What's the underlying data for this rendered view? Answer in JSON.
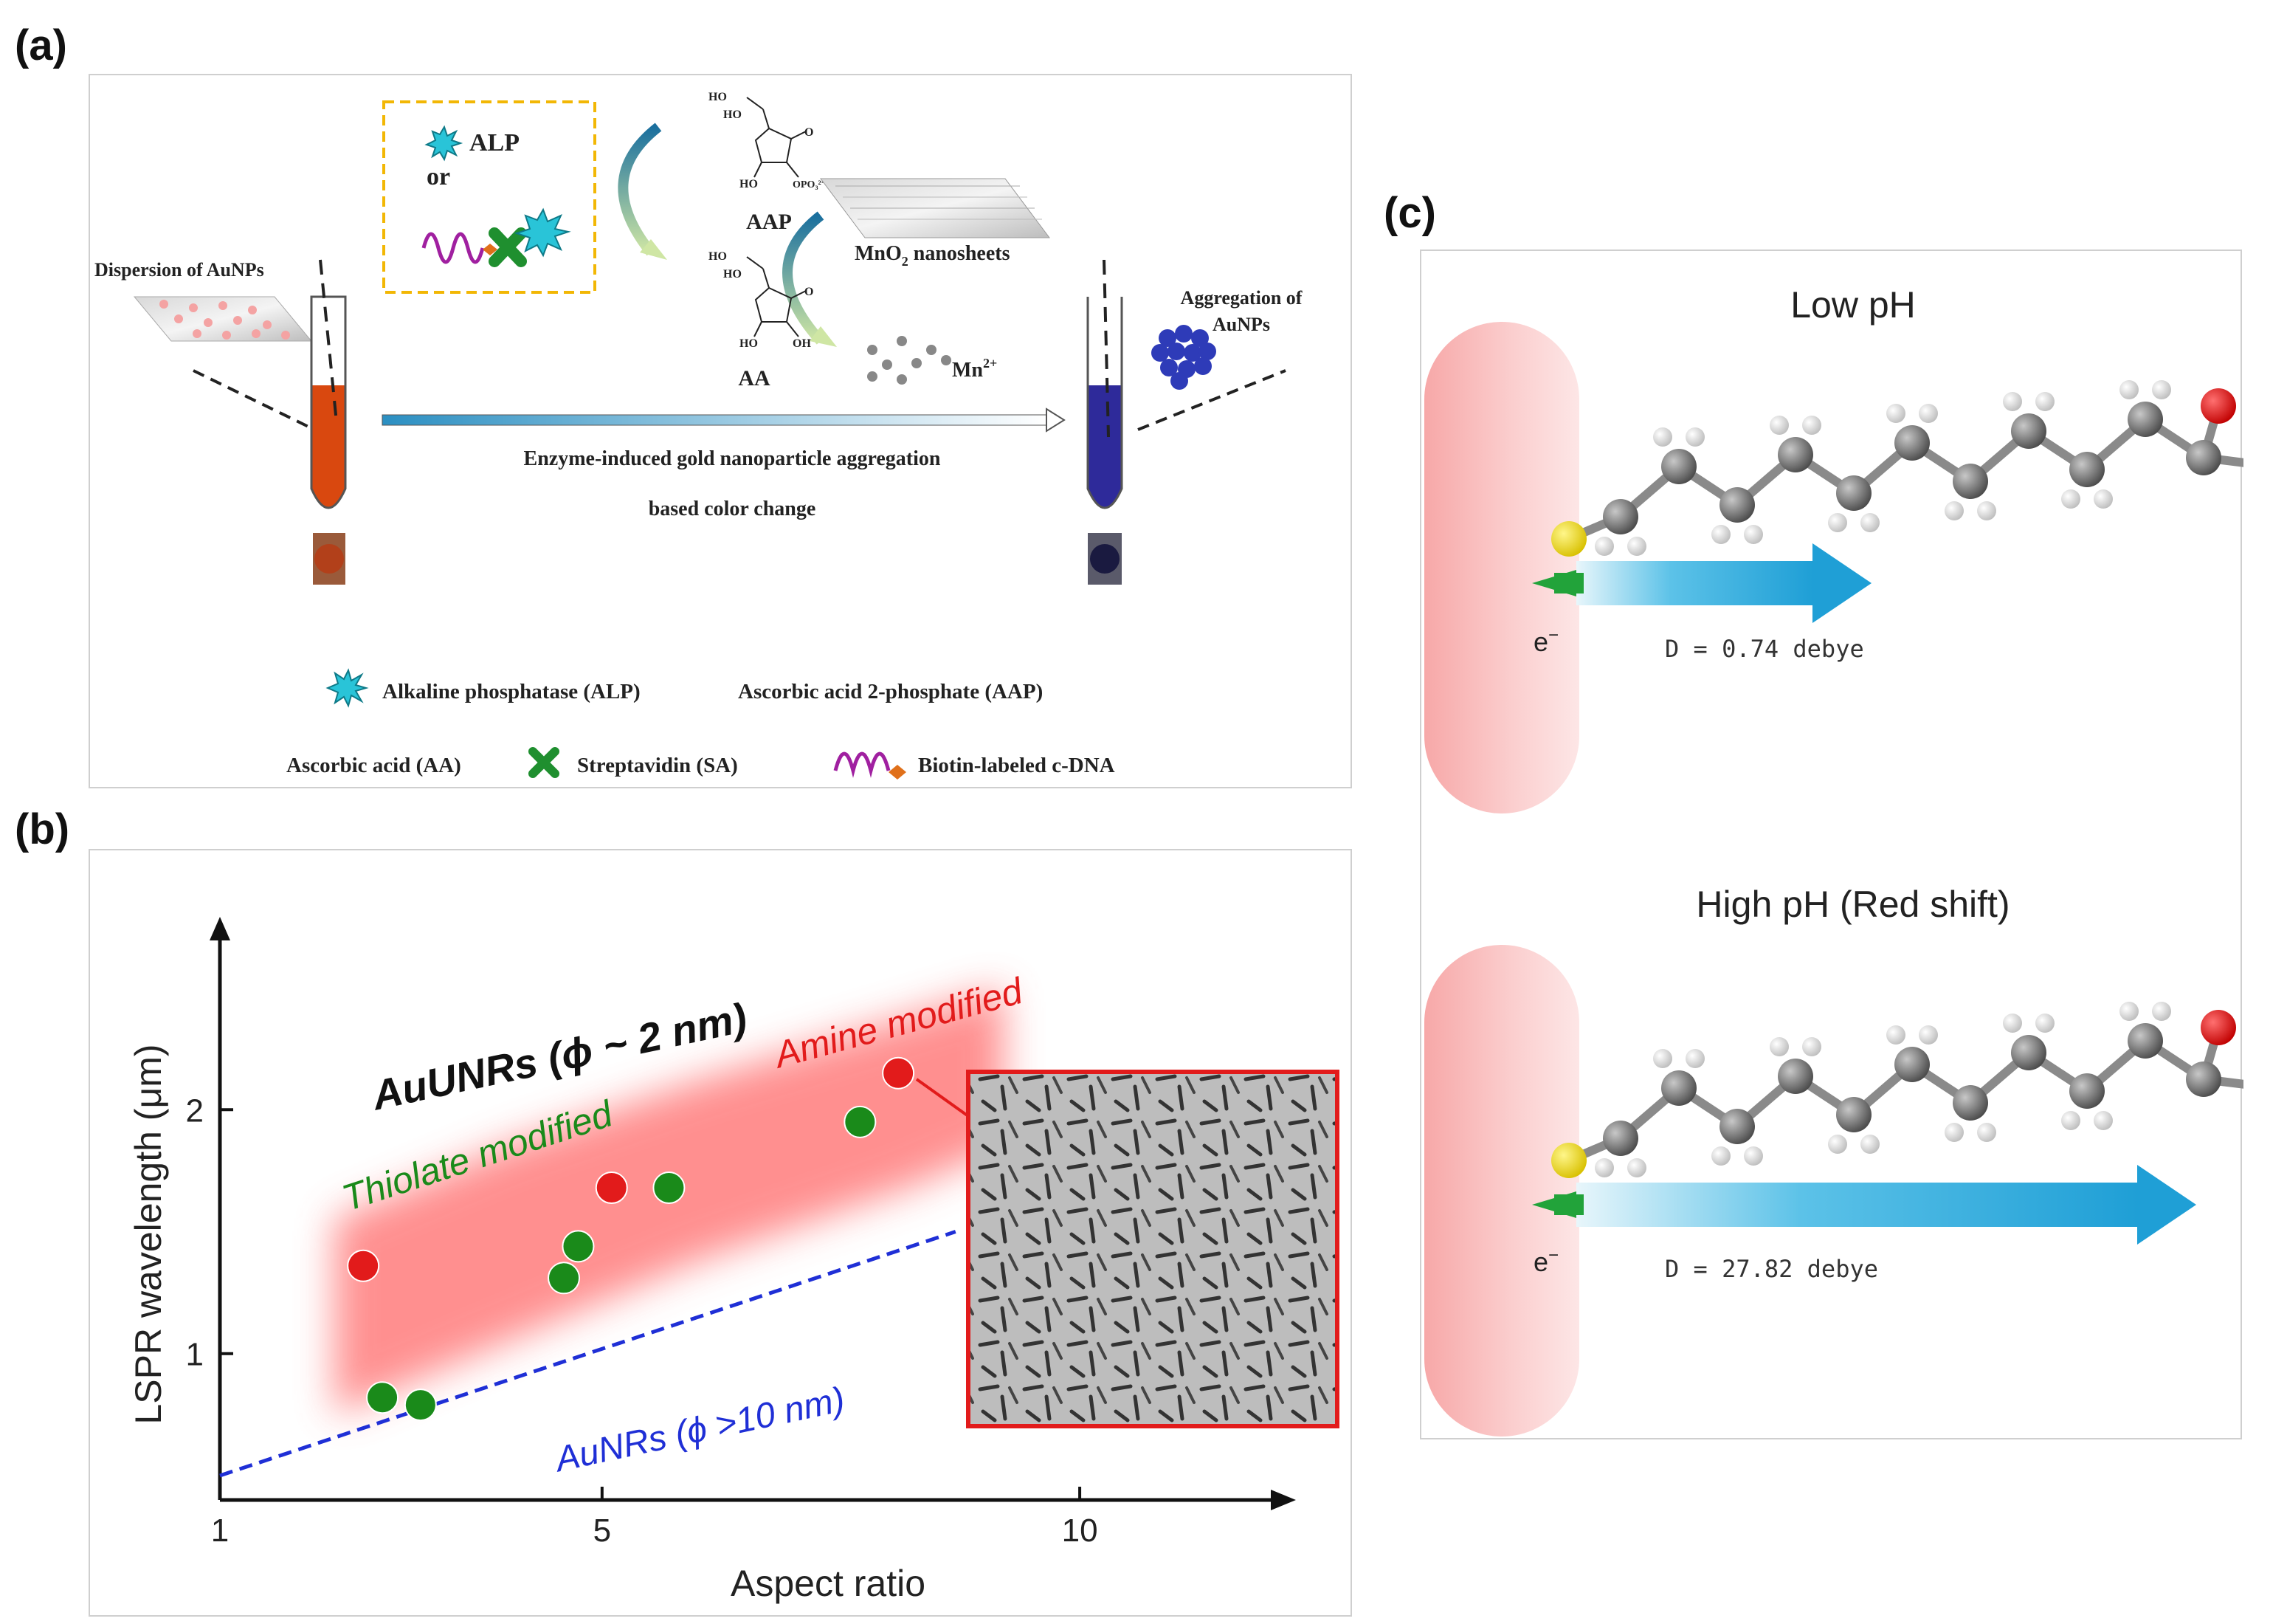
{
  "panel_labels": {
    "a": "(a)",
    "b": "(b)",
    "c": "(c)"
  },
  "panel_a": {
    "dispersion_label": "Dispersion of AuNPs",
    "box_alp": "ALP",
    "box_or": "or",
    "aap_label": "AAP",
    "aa_label": "AA",
    "mno2_label": "MnO",
    "mno2_sub": "2",
    "mno2_suffix": " nanosheets",
    "mn_label": "Mn",
    "mn_sup": "2+",
    "aggregation_line1": "Aggregation of",
    "aggregation_line2": "AuNPs",
    "arrow_line1": "Enzyme-induced gold nanoparticle aggregation",
    "arrow_line2": "based color change",
    "legend_alp": "Alkaline phosphatase (ALP)",
    "legend_aap": "Ascorbic acid 2-phosphate (AAP)",
    "legend_aa": "Ascorbic acid (AA)",
    "legend_sa": "Streptavidin  (SA)",
    "legend_biotin": "Biotin-labeled c-DNA",
    "colors": {
      "red_solution": "#d9480f",
      "blue_solution": "#2e2a9a",
      "box_border": "#f2b705",
      "alp": "#29c4d8",
      "sa": "#1f8f2f",
      "dna": "#a020a0"
    }
  },
  "chart_data": {
    "type": "scatter",
    "xlabel": "Aspect ratio",
    "ylabel": "LSPR wavelength (μm)",
    "x_ticks": [
      "1",
      "5",
      "10"
    ],
    "y_ticks": [
      "1",
      "2"
    ],
    "xlim": [
      1,
      12
    ],
    "ylim": [
      0.4,
      2.7
    ],
    "annotations": {
      "title": "AuUNRs (ϕ ~ 2 nm)",
      "thiolate": "Thiolate modified",
      "amine": "Amine modified",
      "aunrs": "AuNRs (ϕ >10 nm)"
    },
    "series": [
      {
        "name": "Thiolate modified",
        "color": "#1a8a1a",
        "x": [
          2.7,
          3.1,
          4.6,
          4.75,
          5.7,
          7.7
        ],
        "y": [
          0.82,
          0.79,
          1.31,
          1.44,
          1.68,
          1.95
        ]
      },
      {
        "name": "Amine modified",
        "color": "#e21b1b",
        "x": [
          2.5,
          5.1,
          8.1
        ],
        "y": [
          1.36,
          1.68,
          2.15
        ]
      }
    ],
    "reference_line": {
      "x": [
        1,
        8.7
      ],
      "y": [
        0.5,
        1.5
      ],
      "color": "#1f2fd6"
    }
  },
  "panel_c": {
    "low_title": "Low pH",
    "low_dipole": "D = 0.74 debye",
    "high_title": "High pH (Red shift)",
    "high_dipole": "D = 27.82 debye",
    "electron": "e",
    "electron_sup": "−"
  }
}
